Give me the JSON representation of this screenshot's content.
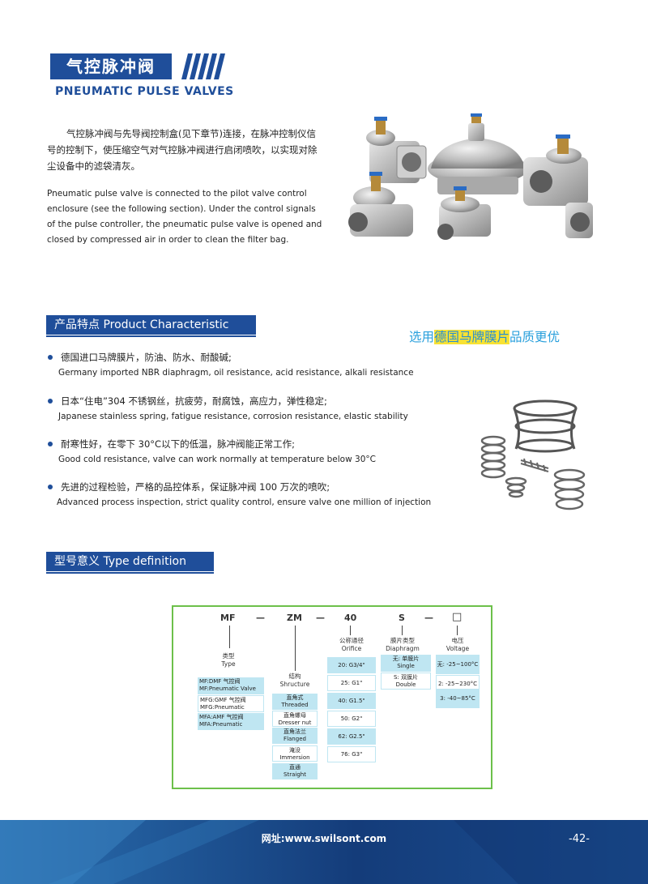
{
  "header": {
    "title_zh": "气控脉冲阀",
    "title_en": "PNEUMATIC PULSE VALVES"
  },
  "intro": {
    "zh": "气控脉冲阀与先导阀控制盒(见下章节)连接，在脉冲控制仪信号的控制下，使压缩空气对气控脉冲阀进行启闭喷吹，以实现对除尘设备中的滤袋清灰。",
    "en": "Pneumatic pulse valve is connected to the pilot valve control enclosure (see the following section). Under the control signals of the pulse controller, the pneumatic pulse valve is opened and closed by compressed air in order to  clean the filter bag."
  },
  "characteristics": {
    "heading": "产品特点  Product Characteristic",
    "slogan_pre": "选用",
    "slogan_hl": "德国马牌膜片",
    "slogan_post": "品质更优",
    "items": [
      {
        "zh": "德国进口马牌膜片，防油、防水、耐酸碱;",
        "en": "Germany imported NBR diaphragm, oil resistance, acid resistance, alkali resistance"
      },
      {
        "zh": "日本“住电”304 不锈钢丝，抗疲劳，耐腐蚀，高应力，弹性稳定;",
        "en": "Japanese stainless spring, fatigue resistance, corrosion resistance, elastic stability"
      },
      {
        "zh": "耐寒性好，在零下 30°C以下的低温，脉冲阀能正常工作;",
        "en": "Good cold resistance, valve can work normally at temperature below 30°C"
      },
      {
        "zh": "先进的过程检验，严格的品控体系，保证脉冲阀 100 万次的喷吹;",
        "en": "Advanced process inspection, strict quality control, ensure valve one million of injection"
      }
    ]
  },
  "type_def": {
    "heading": "型号意义  Type definition",
    "codes": [
      "MF",
      "—",
      "ZM",
      "—",
      "40",
      "S",
      "—",
      "□"
    ],
    "type_label_zh": "类型",
    "type_label_en": "Type",
    "type_cells": [
      [
        "MF:DMF 气控阀",
        "MF:Pneumatic Valve"
      ],
      [
        "MFG:GMF 气控阀",
        "MFG:Pneumatic"
      ],
      [
        "MFA:AMF 气控阀",
        "MFA:Pneumatic"
      ]
    ],
    "struct_label_zh": "结构",
    "struct_label_en": "Shructure",
    "struct_cells": [
      [
        "直角式",
        "Threaded"
      ],
      [
        "直角螺母",
        "Dresser nut"
      ],
      [
        "直角法兰",
        "Flanged"
      ],
      [
        "淹没",
        "Immersion"
      ],
      [
        "直通",
        "Straight"
      ]
    ],
    "orifice_label_zh": "公称通径",
    "orifice_label_en": "Orifice",
    "orifice_cells": [
      "20:  G3/4\"",
      "25:  G1\"",
      "40:  G1.5\"",
      "50:  G2\"",
      "62:  G2.5\"",
      "76:  G3\""
    ],
    "diaphragm_label_zh": "膜片类型",
    "diaphragm_label_en": "Diaphragm",
    "diaphragm_cells": [
      [
        "无:  单膜片",
        "Single"
      ],
      [
        "S:  双膜片",
        "Double"
      ]
    ],
    "voltage_label_zh": "电压",
    "voltage_label_en": "Voltage",
    "voltage_cells": [
      "无:  -25~100°C",
      "2:  -25~230°C",
      "3:  -40~85°C"
    ]
  },
  "footer": {
    "url": "网址:www.swilsont.com",
    "page": "-42-"
  },
  "colors": {
    "brand_blue": "#1f4e9a",
    "slogan_blue": "#2aa0dc",
    "highlight_yellow": "#f8e233",
    "cell_blue": "#bfe6f2",
    "frame_green": "#6cc04a"
  }
}
